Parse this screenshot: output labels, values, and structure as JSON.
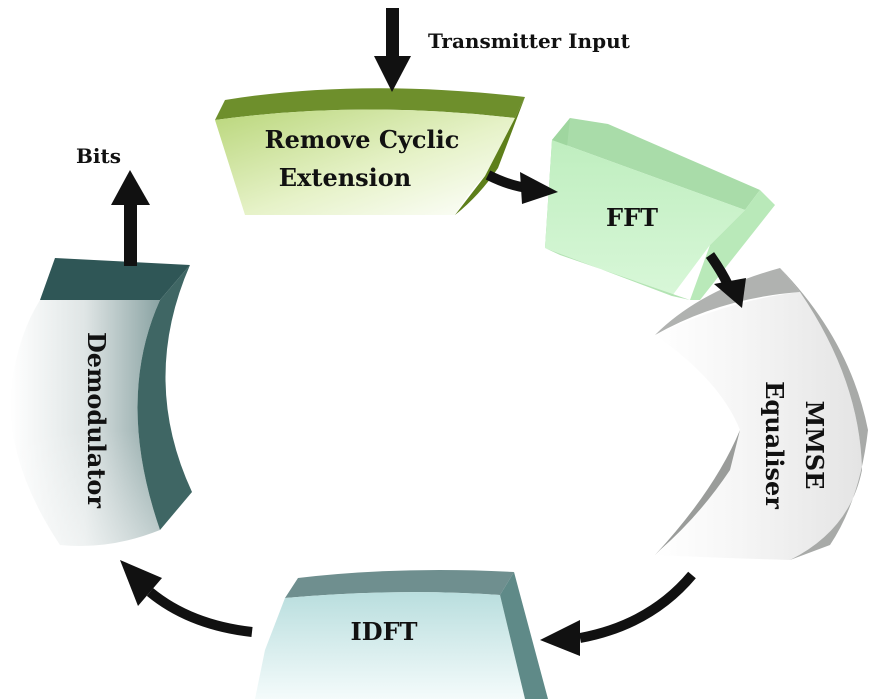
{
  "diagram": {
    "input_label": "Transmitter Input",
    "output_label": "Bits",
    "blocks": [
      {
        "id": "remove-cyclic",
        "line1": "Remove Cyclic",
        "line2": "Extension"
      },
      {
        "id": "fft",
        "label": "FFT"
      },
      {
        "id": "mmse",
        "line1": "MMSE",
        "line2": "Equaliser"
      },
      {
        "id": "idft",
        "label": "IDFT"
      },
      {
        "id": "demod",
        "label": "Demodulator"
      }
    ]
  },
  "colors": {
    "remove_cyclic_top": "#6e8f2c",
    "remove_cyclic_front": "#d5e9a8",
    "remove_cyclic_side": "#5e7f1a",
    "fft_front": "#c8f0c8",
    "fft_top": "#a9dca9",
    "fft_side": "#b9e9b9",
    "mmse_front": "#e8e8e8",
    "mmse_side": "#a8aaa8",
    "idft_front": "#d2ebeb",
    "idft_top": "#6f8f8f",
    "idft_side": "#5f8a88",
    "demod_front": "#d8dede",
    "demod_top": "#2f5656",
    "demod_side": "#3f6664",
    "arrow": "#111111"
  }
}
